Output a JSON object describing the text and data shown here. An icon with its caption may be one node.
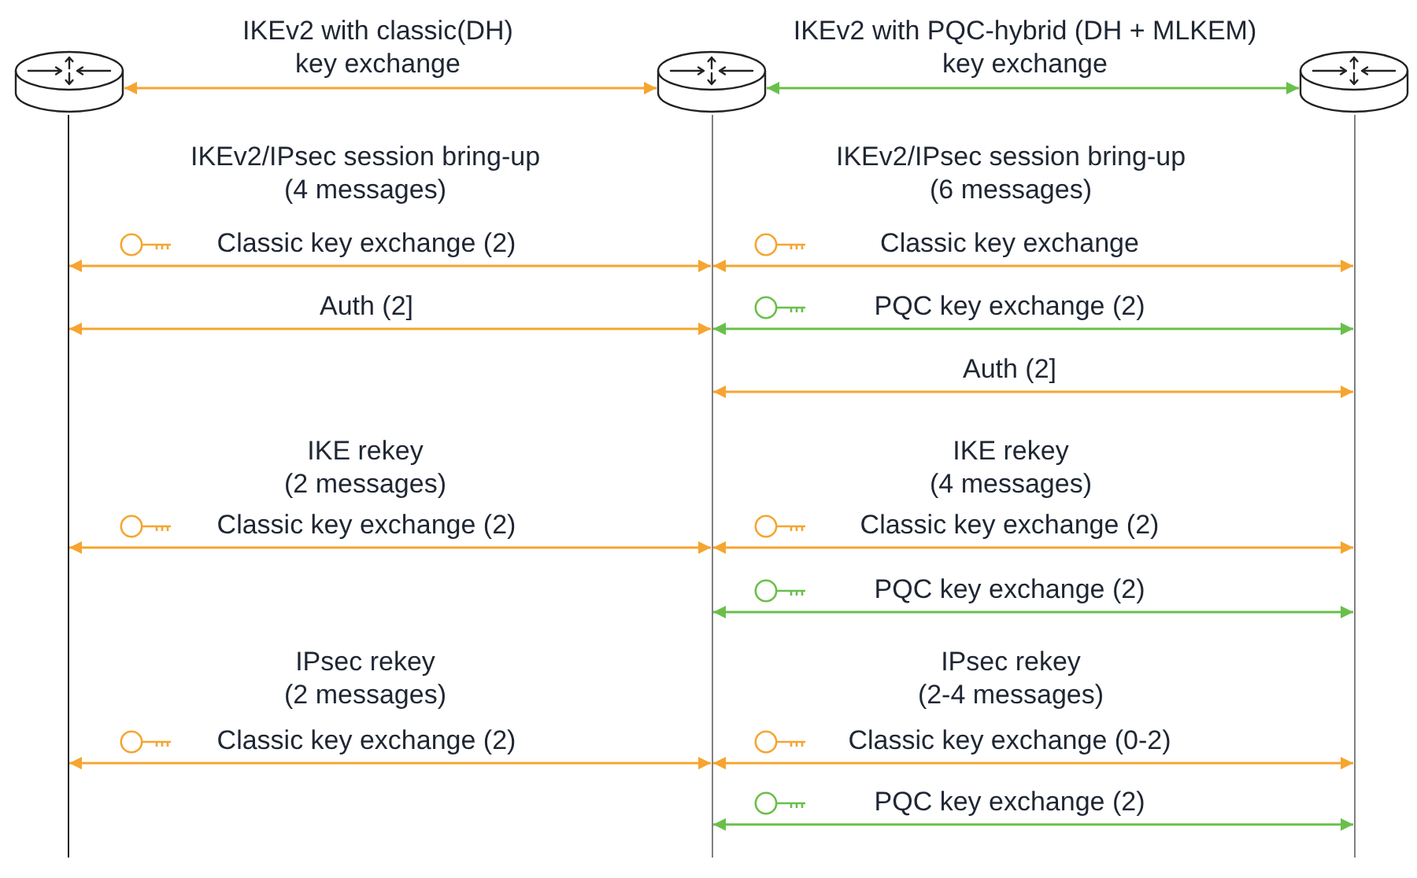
{
  "diagram": {
    "nodes": [
      {
        "text": [],
        "shape": "picture"
      },
      {
        "text": [],
        "shape": "picture"
      },
      {
        "text": [],
        "shape": "picture"
      },
      {
        "text": [],
        "shape": "line"
      },
      {
        "text": [],
        "shape": "line"
      },
      {
        "text": [],
        "shape": "line"
      }
    ],
    "edges": [
      {
        "from": 0,
        "to": 1,
        "arrow": "both",
        "label": "IKEv2 with classic(DH) key exchange"
      },
      {
        "from": 1,
        "to": 2,
        "arrow": "both",
        "label": "IKEv2 with PQC-hybrid (DH + MLKEM) key exchange",
        "color": "#6abf4b"
      },
      {
        "from": 3,
        "to": 4,
        "arrow": "both",
        "label": "Classic key exchange (2)"
      },
      {
        "from": 3,
        "to": 4,
        "arrow": "both",
        "label": "Auth (2]"
      },
      {
        "from": 3,
        "to": 4,
        "arrow": "both",
        "label": "Classic key exchange (2)"
      },
      {
        "from": 3,
        "to": 4,
        "arrow": "both",
        "label": "Classic key exchange (2)"
      },
      {
        "from": 4,
        "to": 5,
        "arrow": "both",
        "label": "Classic key exchange"
      },
      {
        "from": 4,
        "to": 5,
        "arrow": "both",
        "label": "PQC key exchange (2)",
        "color": "#6abf4b"
      },
      {
        "from": 4,
        "to": 5,
        "arrow": "both",
        "label": "Auth (2]"
      },
      {
        "from": 4,
        "to": 5,
        "arrow": "both",
        "label": "Classic key exchange (2)"
      },
      {
        "from": 4,
        "to": 5,
        "arrow": "both",
        "label": "PQC key exchange (2)",
        "color": "#6abf4b"
      },
      {
        "from": 4,
        "to": 5,
        "arrow": "both",
        "label": "Classic key exchange (0-2)"
      },
      {
        "from": 4,
        "to": 5,
        "arrow": "both",
        "label": "PQC key exchange (2)",
        "color": "#6abf4b"
      }
    ],
    "labels": [
      "IKEv2/IPsec session bring-up (4 messages)",
      "IKEv2/IPsec session bring-up (6 messages)",
      "IKE rekey (2 messages)",
      "IKE rekey (4 messages)",
      "IPsec rekey (2 messages)",
      "IPsec rekey (2-4 messages)"
    ]
  }
}
